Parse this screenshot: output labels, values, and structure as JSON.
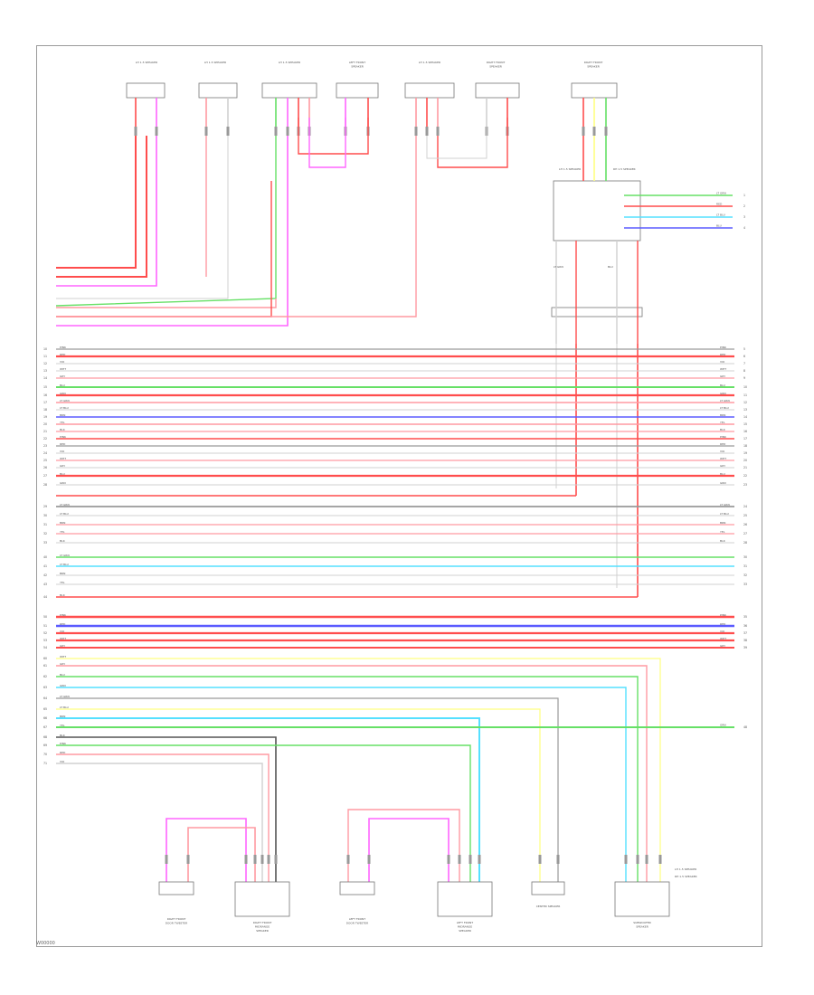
{
  "diagram_id": "W00000",
  "colors": {
    "red": "#ff4d4d",
    "pink": "#ff9aa2",
    "magenta": "#ff66ff",
    "green": "#66e066",
    "blue": "#5b5bff",
    "cyan": "#55e0ff",
    "yellow": "#ffff80",
    "gray": "#9a9a9a",
    "dark": "#555555",
    "ltgray": "#d0d0d0"
  },
  "components": [
    "LH 1.5 SPEAKER",
    "LH 1.5 SPEAKER",
    "LH 1.5 SPEAKER",
    "LEFT FRONT SPEAKER",
    "LH 1.5 SPEAKER",
    "RIGHT FRONT SPEAKER",
    "RIGHT FRONT SPEAKER",
    "RIGHT FRONT DOOR TWEETER",
    "RIGHT FRONT MIDRANGE SPEAKER",
    "LEFT FRONT DOOR TWEETER",
    "LEFT FRONT MIDRANGE SPEAKER",
    "CENTER SPEAKER",
    "SUBWOOFER SPEAKER"
  ],
  "notes": [
    "LH 1.5 SPEAKER",
    "RH 1.5 SPEAKER"
  ],
  "wire_codes": [
    "PINK",
    "RED",
    "VIO",
    "WHT",
    "GRY",
    "BLU",
    "GRN",
    "LT GRN",
    "LT BLU",
    "BRN",
    "YEL",
    "BLK"
  ]
}
